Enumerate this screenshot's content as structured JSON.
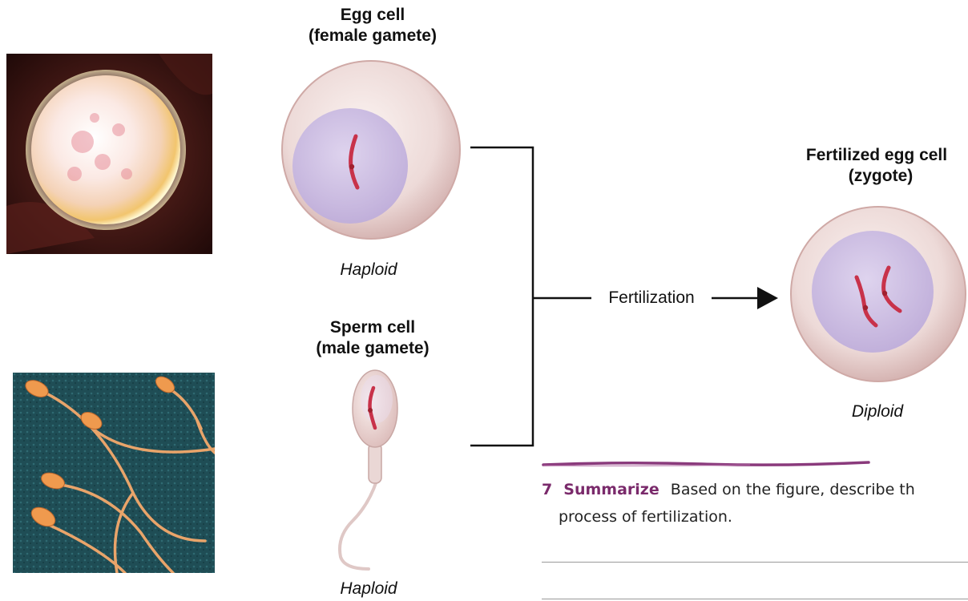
{
  "egg": {
    "title_line1": "Egg cell",
    "title_line2": "(female gamete)",
    "ploidy": "Haploid"
  },
  "sperm": {
    "title_line1": "Sperm cell",
    "title_line2": "(male gamete)",
    "ploidy": "Haploid"
  },
  "zygote": {
    "title_line1": "Fertilized egg cell",
    "title_line2": "(zygote)",
    "ploidy": "Diploid"
  },
  "process": {
    "label": "Fertilization"
  },
  "question": {
    "number": "7",
    "keyword": "Summarize",
    "text_line1": "Based on the figure, describe th",
    "text_line2": "process of fertilization."
  },
  "colors": {
    "accent": "#7a2a6b",
    "cell_fill": "#f1e2e1",
    "nucleus_fill": "#cbbbe0",
    "chromosome": "#c8324a"
  }
}
